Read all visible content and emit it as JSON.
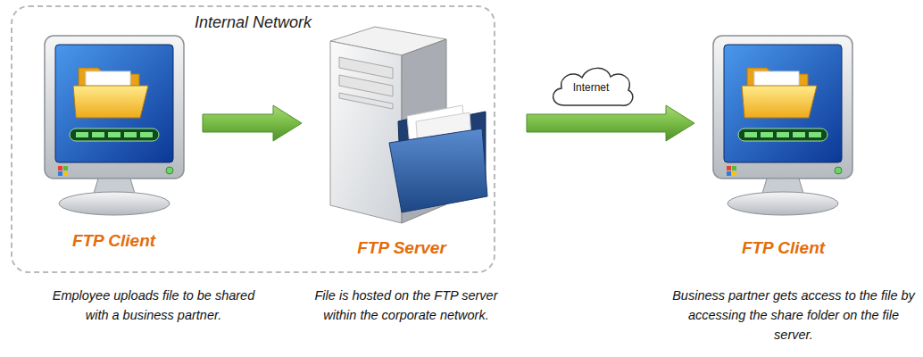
{
  "diagram": {
    "nodes": [
      {
        "text": [
          "Internal Network"
        ]
      },
      {
        "text": [
          "FTP Client"
        ],
        "in": 0
      },
      {
        "text": [
          "FTP Server"
        ],
        "in": 0
      },
      {
        "text": [
          "Internet"
        ]
      },
      {
        "text": [
          "FTP Client"
        ]
      }
    ],
    "edges": [
      {
        "from": 1,
        "to": 2,
        "arrow": "to"
      },
      {
        "from": 2,
        "to": 4,
        "arrow": "to"
      }
    ],
    "labels": [
      "Employee uploads file to be shared with a business partner.",
      "File is hosted on the FTP server within the corporate network.",
      "Business partner gets access to the file by accessing the share folder on the file server."
    ]
  }
}
